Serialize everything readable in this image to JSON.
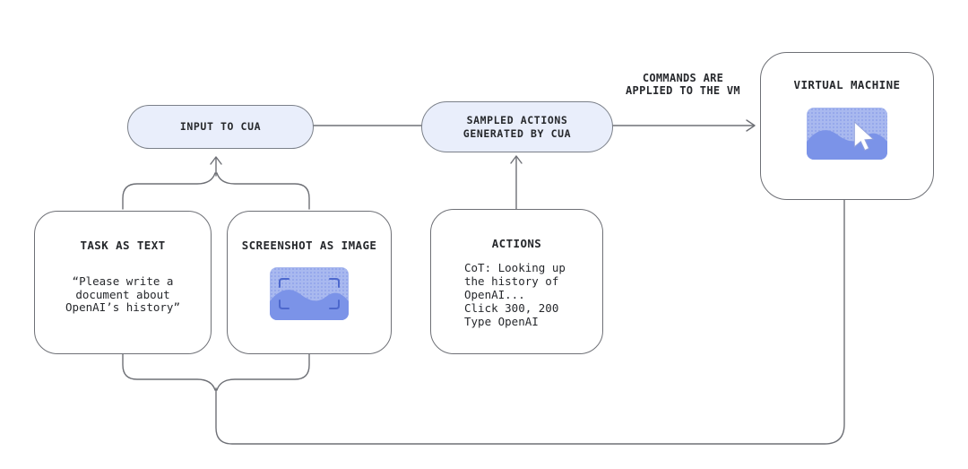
{
  "nodes": {
    "input_pill": {
      "label": "INPUT TO CUA"
    },
    "sampled_pill": {
      "label": "SAMPLED ACTIONS\nGENERATED BY CUA"
    },
    "vm_box": {
      "title": "VIRTUAL MACHINE"
    },
    "task_box": {
      "title": "TASK AS TEXT",
      "body": "“Please write a\ndocument about\nOpenAI’s history”"
    },
    "screenshot_box": {
      "title": "SCREENSHOT AS IMAGE"
    },
    "actions_box": {
      "title": "ACTIONS",
      "body": "CoT: Looking up\nthe history of\nOpenAI...\nClick 300, 200\nType OpenAI"
    }
  },
  "annotations": {
    "commands_label": "COMMANDS ARE\nAPPLIED TO THE VM"
  },
  "icons": {
    "screenshot_thumbnail": "image-with-viewfinder-brackets",
    "vm_thumbnail": "image-with-mouse-cursor"
  },
  "colors": {
    "canvas": "#ffffff",
    "line": "#6e7076",
    "text": "#26282c",
    "pill-fill": "#e9eefb",
    "pill-border": "#7b8089",
    "thumb-bg": "#a9b9ef",
    "thumb-dot": "#8fa3ea",
    "thumb-wave": "#7b93e8",
    "thumb-bracket": "#4d68cd"
  }
}
